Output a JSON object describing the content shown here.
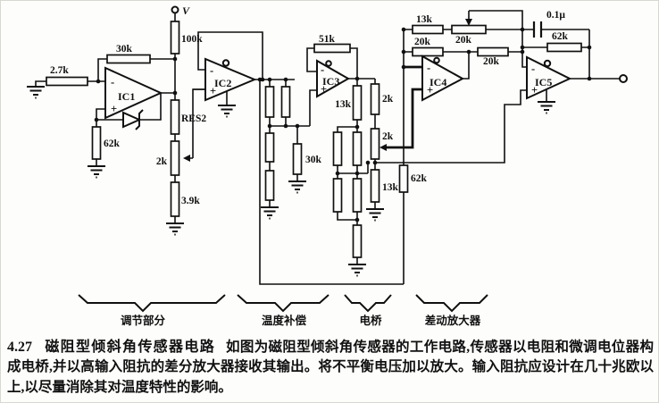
{
  "schematic": {
    "supply": "V",
    "polarity": {
      "plus": "+",
      "minus": "-"
    },
    "opamps": {
      "ic1": "IC1",
      "ic2": "IC2",
      "ic3": "IC3",
      "ic4": "IC4",
      "ic5": "IC5"
    },
    "left": {
      "r_input": "2.7k",
      "r_feedback": "30k",
      "r_supply": "100k",
      "r_ground": "62k",
      "r_res2": "RES2",
      "pot_adjust": "2k",
      "r_divider": "3.9k"
    },
    "middle": {
      "r_feedback": "51k",
      "r_ground": "30k",
      "r_top": "13k",
      "r_upper": "2k",
      "pot_bridge": "2k",
      "r_lower": "13k",
      "r_right": "62k"
    },
    "right": {
      "r_13k": "13k",
      "pot_gain": "20k",
      "r_20k_a": "20k",
      "r_20k_b": "20k",
      "c_feedback": "0.1μ",
      "r_feedback": "62k"
    },
    "sections": {
      "adjust": "调节部分",
      "temp_comp": "温度补偿",
      "bridge": "电桥",
      "diff_amp": "差动放大器"
    }
  },
  "caption": {
    "number": "4.27",
    "title": "磁阻型倾斜角传感器电路",
    "body": "如图为磁阻型倾斜角传感器的工作电路,传感器以电阻和微调电位器构成电桥,并以高输入阻抗的差分放大器接收其输出。将不平衡电压加以放大。输入阻抗应设计在几十兆欧以上,以尽量消除其对温度特性的影响。"
  }
}
